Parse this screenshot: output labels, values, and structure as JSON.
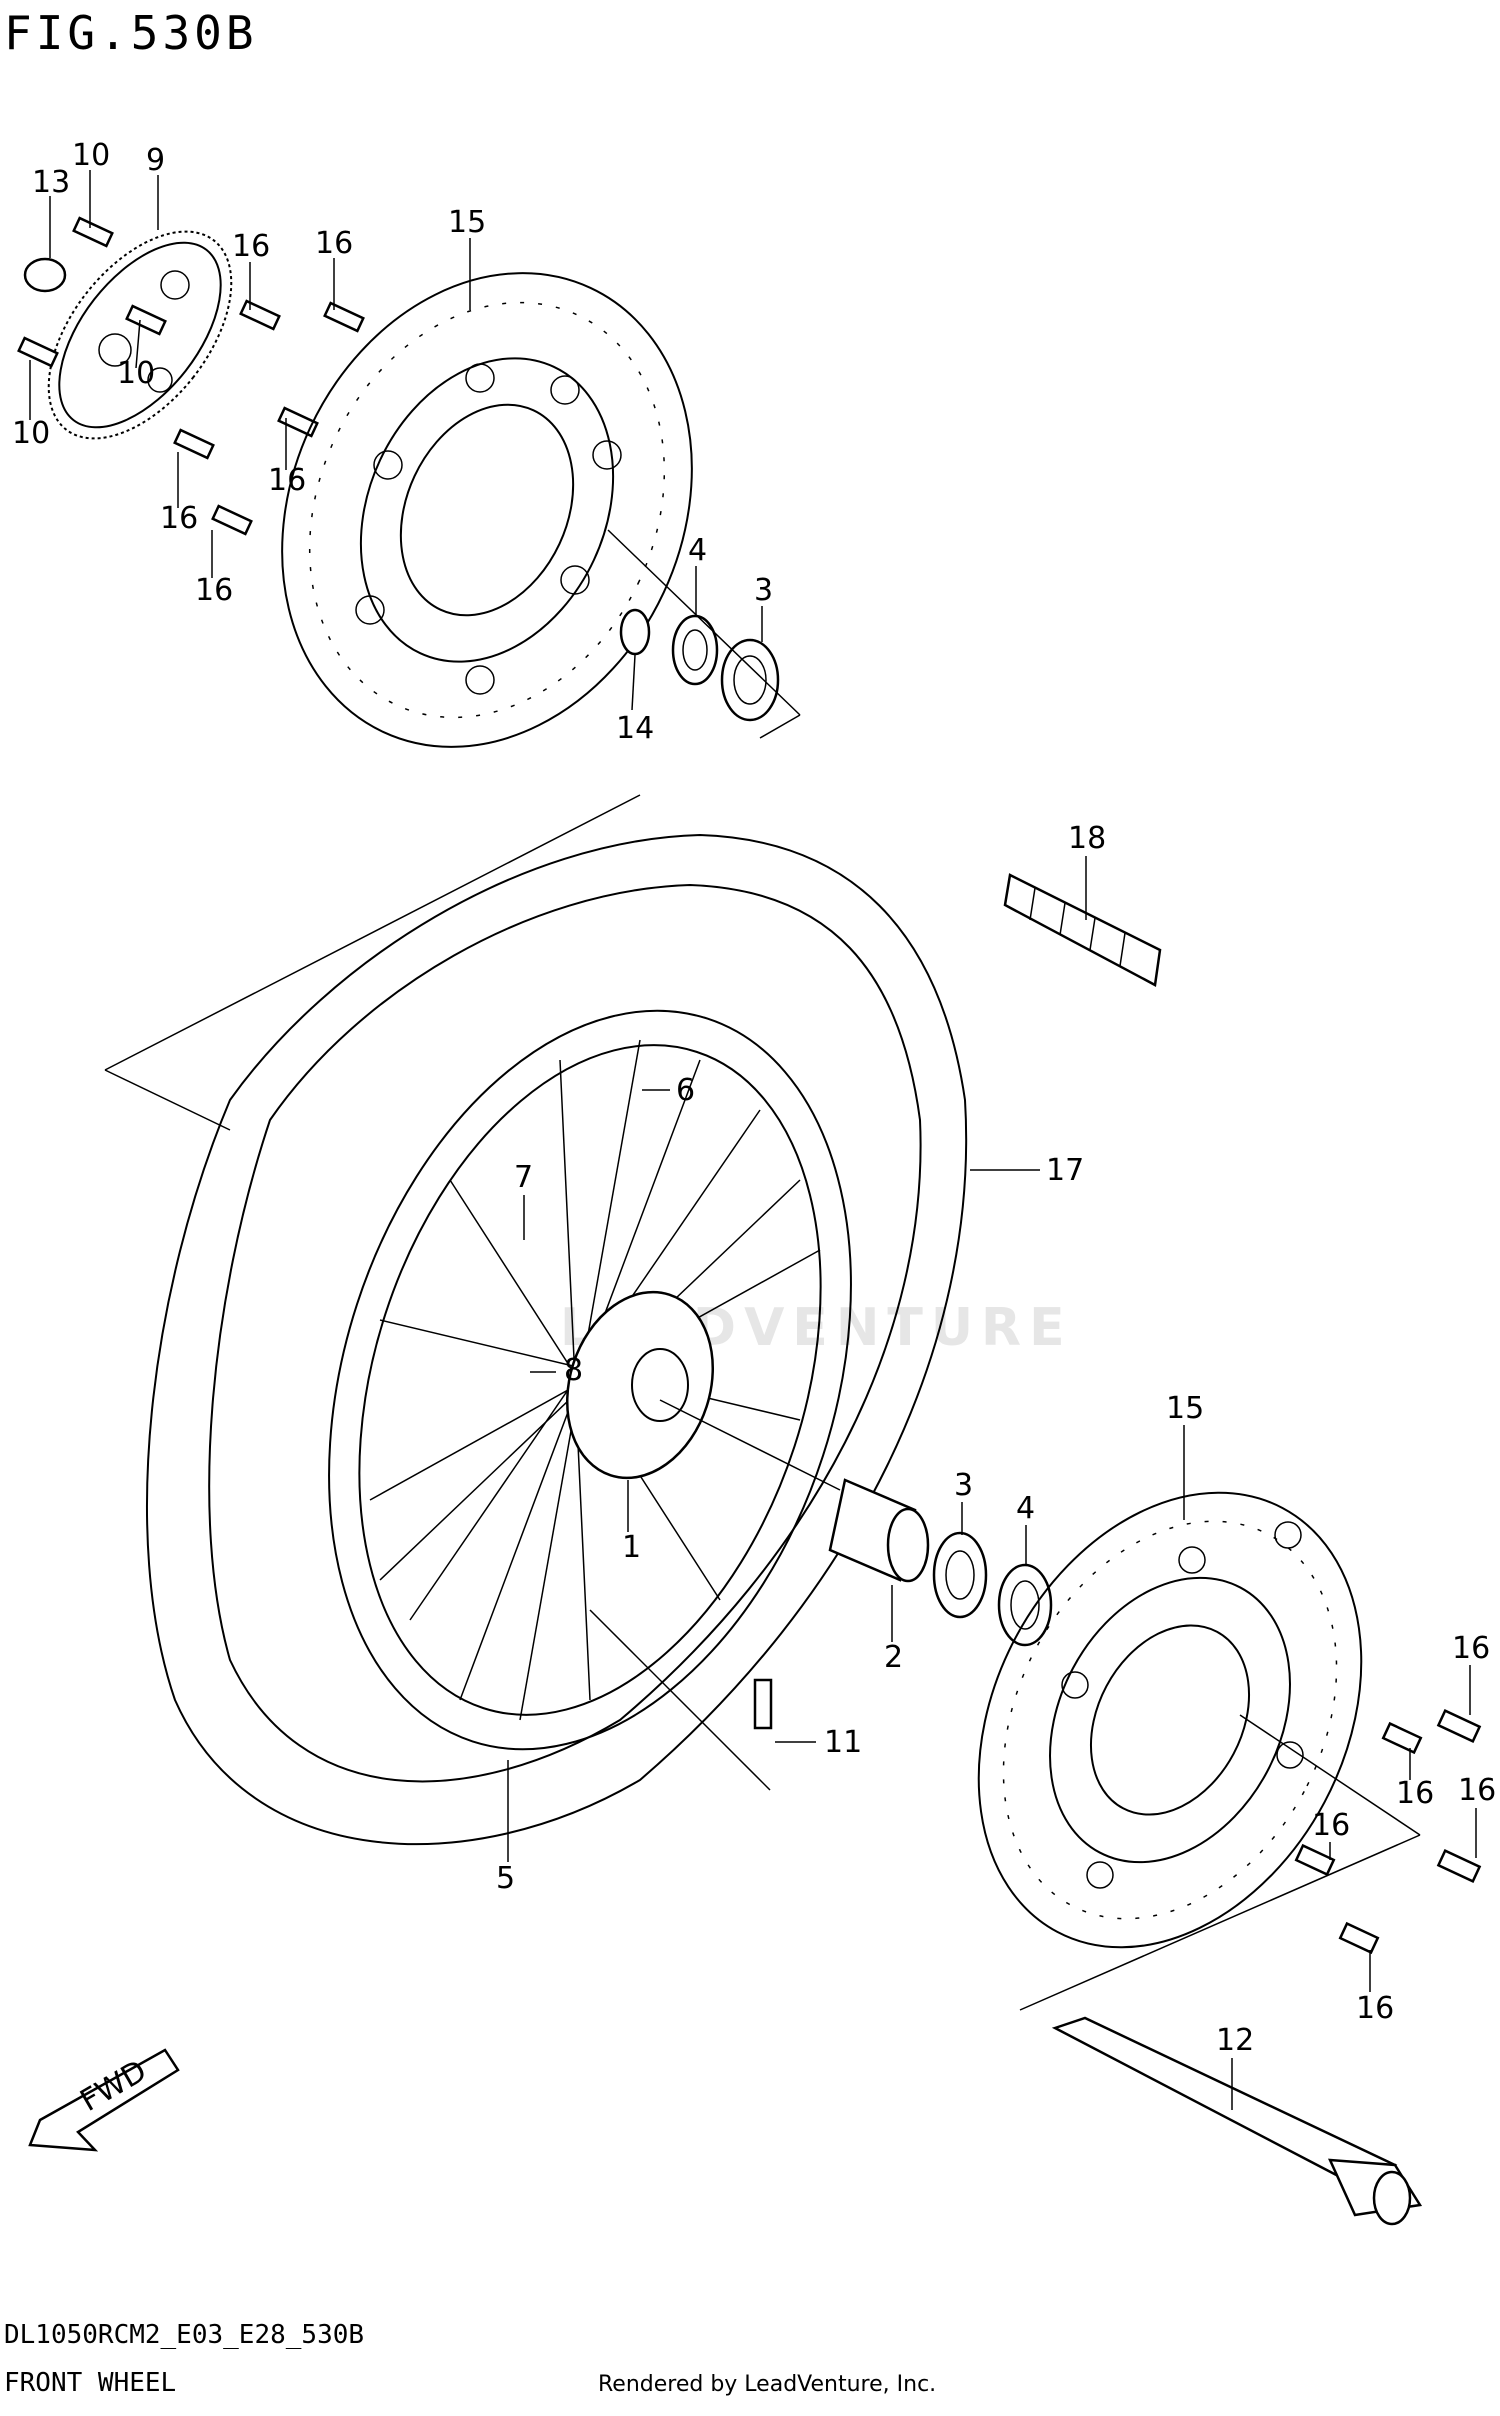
{
  "figure": {
    "title": "FIG.530B",
    "model_code": "DL1050RCM2_E03_E28_530B",
    "section_name": "FRONT WHEEL",
    "credit": "Rendered by LeadVenture, Inc."
  },
  "watermark": {
    "text": "LEADVENTURE"
  },
  "fwd_arrow": {
    "label": "FWD"
  },
  "callouts": [
    {
      "id": "c10a",
      "text": "10"
    },
    {
      "id": "c9",
      "text": "9"
    },
    {
      "id": "c13",
      "text": "13"
    },
    {
      "id": "c16a",
      "text": "16"
    },
    {
      "id": "c16b",
      "text": "16"
    },
    {
      "id": "c15a",
      "text": "15"
    },
    {
      "id": "c10b",
      "text": "10"
    },
    {
      "id": "c10c",
      "text": "10"
    },
    {
      "id": "c16c",
      "text": "16"
    },
    {
      "id": "c16d",
      "text": "16"
    },
    {
      "id": "c16e",
      "text": "16"
    },
    {
      "id": "c4a",
      "text": "4"
    },
    {
      "id": "c3a",
      "text": "3"
    },
    {
      "id": "c14",
      "text": "14"
    },
    {
      "id": "c18",
      "text": "18"
    },
    {
      "id": "c6",
      "text": "6"
    },
    {
      "id": "c17",
      "text": "17"
    },
    {
      "id": "c7",
      "text": "7"
    },
    {
      "id": "c8",
      "text": "8"
    },
    {
      "id": "c15b",
      "text": "15"
    },
    {
      "id": "c3b",
      "text": "3"
    },
    {
      "id": "c4b",
      "text": "4"
    },
    {
      "id": "c1",
      "text": "1"
    },
    {
      "id": "c2",
      "text": "2"
    },
    {
      "id": "c16f",
      "text": "16"
    },
    {
      "id": "c16g",
      "text": "16"
    },
    {
      "id": "c16h",
      "text": "16"
    },
    {
      "id": "c16i",
      "text": "16"
    },
    {
      "id": "c11",
      "text": "11"
    },
    {
      "id": "c5",
      "text": "5"
    },
    {
      "id": "c16j",
      "text": "16"
    },
    {
      "id": "c12",
      "text": "12"
    }
  ]
}
